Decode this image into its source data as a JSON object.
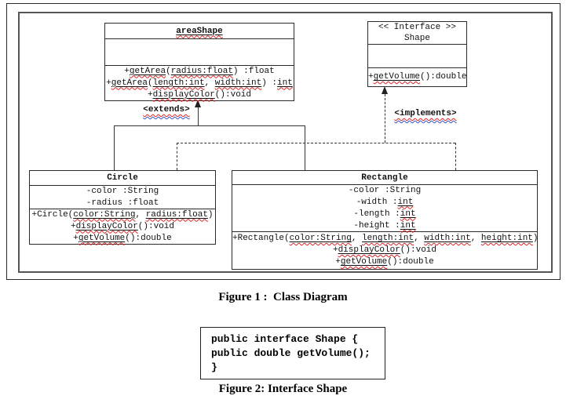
{
  "figure1": {
    "caption": "Figure 1 :  Class Diagram",
    "labels": {
      "extends": "<extends>",
      "implements": "<implements>"
    },
    "classes": [
      {
        "id": "areaShape",
        "title_bold": true,
        "title_lines": [
          [
            {
              "t": "areaShape",
              "u": true,
              "w": "red"
            }
          ]
        ],
        "attributes": [],
        "methods": [
          [
            {
              "t": "+"
            },
            {
              "t": "getArea",
              "u": true,
              "w": "red"
            },
            {
              "t": "("
            },
            {
              "t": "radius:float",
              "u": true,
              "w": "red"
            },
            {
              "t": ") :float"
            }
          ],
          [
            {
              "t": "+"
            },
            {
              "t": "getArea",
              "u": true,
              "w": "red"
            },
            {
              "t": "("
            },
            {
              "t": "length:int",
              "u": true,
              "w": "red"
            },
            {
              "t": ", "
            },
            {
              "t": "width:int",
              "u": true,
              "w": "red"
            },
            {
              "t": ") :"
            },
            {
              "t": "int",
              "u": true,
              "w": "red"
            }
          ],
          [
            {
              "t": "+"
            },
            {
              "t": "displayColor",
              "u": true,
              "w": "red"
            },
            {
              "t": "():void"
            }
          ]
        ]
      },
      {
        "id": "shape",
        "title_bold": false,
        "title_lines": [
          [
            {
              "t": "<< Interface >>"
            }
          ],
          [
            {
              "t": "Shape"
            }
          ]
        ],
        "attributes": [],
        "methods": [
          [
            {
              "t": "+"
            },
            {
              "t": "getVolume",
              "u": true,
              "w": "red"
            },
            {
              "t": "():double"
            }
          ]
        ]
      },
      {
        "id": "circle",
        "title_bold": true,
        "title_lines": [
          [
            {
              "t": "Circle"
            }
          ]
        ],
        "attributes": [
          [
            {
              "t": "-color :String"
            }
          ],
          [
            {
              "t": "-radius :float"
            }
          ]
        ],
        "methods": [
          [
            {
              "t": "+Circle("
            },
            {
              "t": "color:String",
              "u": true,
              "w": "red"
            },
            {
              "t": ", "
            },
            {
              "t": "radius:float",
              "u": true,
              "w": "red"
            },
            {
              "t": ")"
            }
          ],
          [
            {
              "t": "+"
            },
            {
              "t": "displayColor",
              "u": true,
              "w": "red"
            },
            {
              "t": "():void"
            }
          ],
          [
            {
              "t": "+"
            },
            {
              "t": "getVolume",
              "u": true,
              "w": "red"
            },
            {
              "t": "():double"
            }
          ]
        ]
      },
      {
        "id": "rectangle",
        "title_bold": true,
        "title_lines": [
          [
            {
              "t": "Rectangle"
            }
          ]
        ],
        "attributes": [
          [
            {
              "t": "-color :String"
            }
          ],
          [
            {
              "t": "-width :"
            },
            {
              "t": "int",
              "u": true,
              "w": "red"
            }
          ],
          [
            {
              "t": "-length :"
            },
            {
              "t": "int",
              "u": true,
              "w": "red"
            }
          ],
          [
            {
              "t": "-height :"
            },
            {
              "t": "int",
              "u": true,
              "w": "red"
            }
          ]
        ],
        "methods": [
          [
            {
              "t": "+Rectangle("
            },
            {
              "t": "color:String",
              "u": true,
              "w": "red"
            },
            {
              "t": ", "
            },
            {
              "t": "length:int",
              "u": true,
              "w": "red"
            },
            {
              "t": ", "
            },
            {
              "t": "width:int",
              "u": true,
              "w": "red"
            },
            {
              "t": ", "
            },
            {
              "t": "height:int",
              "u": true,
              "w": "red"
            },
            {
              "t": ")"
            }
          ],
          [
            {
              "t": "+"
            },
            {
              "t": "displayColor",
              "u": true,
              "w": "red"
            },
            {
              "t": "():void"
            }
          ],
          [
            {
              "t": "+"
            },
            {
              "t": "getVolume",
              "u": true,
              "w": "red"
            },
            {
              "t": "():double"
            }
          ]
        ]
      }
    ]
  },
  "figure2": {
    "caption": "Figure 2: Interface Shape",
    "code_lines": [
      "public interface Shape {",
      "public double getVolume();",
      "}"
    ]
  },
  "colors": {
    "line": "#333333",
    "squiggle_red": "#dd2222",
    "squiggle_blue": "#3355cc"
  }
}
